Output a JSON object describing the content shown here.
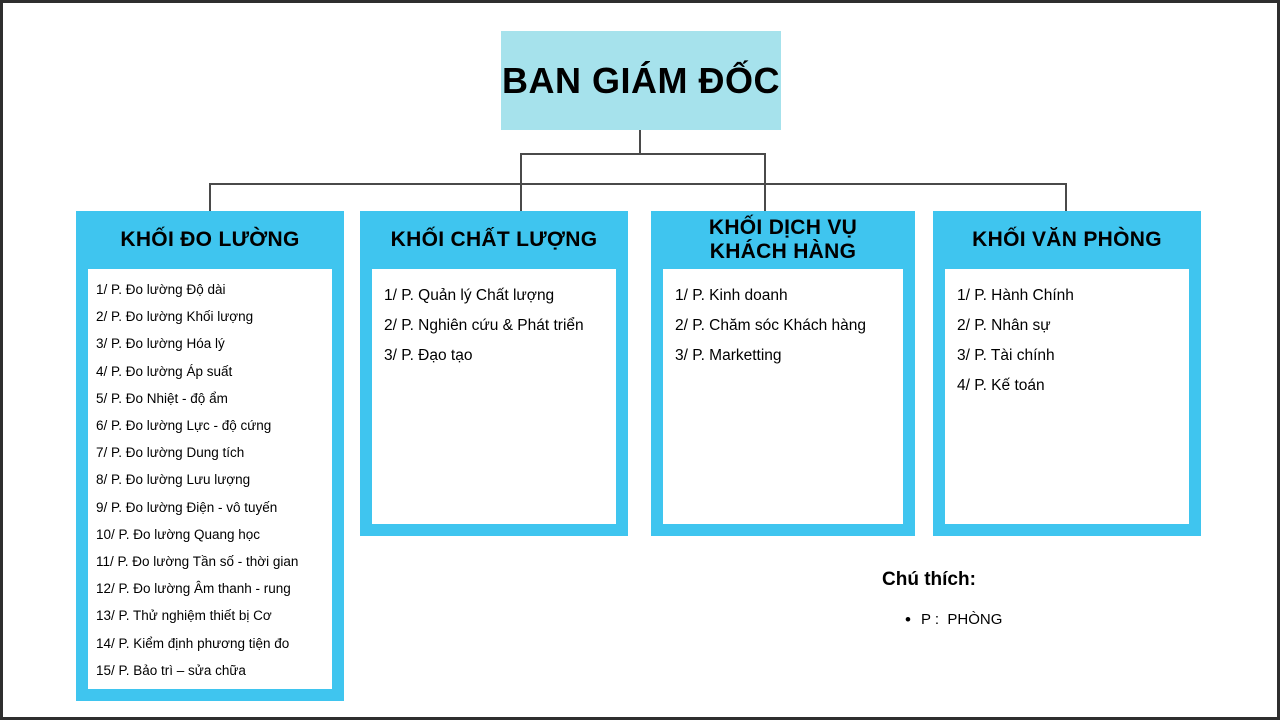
{
  "root": {
    "title": "BAN GIÁM ĐỐC"
  },
  "divisions": [
    {
      "title": "KHỐI ĐO LƯỜNG",
      "items": [
        "1/ P. Đo lường Độ dài",
        "2/ P. Đo lường Khối lượng",
        "3/ P. Đo lường Hóa lý",
        "4/ P. Đo lường Áp suất",
        "5/ P. Đo Nhiệt - độ ẩm",
        "6/ P. Đo lường Lực - độ cứng",
        "7/ P. Đo lường Dung tích",
        "8/ P. Đo lường Lưu lượng",
        "9/ P. Đo lường Điện - vô tuyến",
        "10/ P. Đo lường Quang học",
        "11/ P. Đo lường Tần số - thời gian",
        "12/ P. Đo lường Âm thanh - rung",
        "13/ P. Thử nghiệm thiết bị Cơ",
        "14/ P. Kiểm định phương tiện đo",
        "15/ P. Bảo trì – sửa chữa"
      ]
    },
    {
      "title": "KHỐI CHẤT LƯỢNG",
      "items": [
        "1/ P. Quản lý Chất lượng",
        "2/ P. Nghiên cứu & Phát triển",
        "3/ P. Đạo tạo"
      ]
    },
    {
      "title": "KHỐI DỊCH VỤ\nKHÁCH HÀNG",
      "items": [
        "1/ P. Kinh doanh",
        "2/ P. Chăm sóc Khách hàng",
        "3/ P. Marketting"
      ]
    },
    {
      "title": "KHỐI VĂN PHÒNG",
      "items": [
        "1/ P. Hành Chính",
        "2/ P. Nhân sự",
        "3/ P. Tài chính",
        "4/ P. Kế toán"
      ]
    }
  ],
  "legend": {
    "title": "Chú thích:",
    "items": [
      "P :  PHÒNG"
    ]
  },
  "colors": {
    "root_box": "#a6e2ec",
    "division_box": "#3fc5ef",
    "panel": "#ffffff",
    "line": "#4a4a4a",
    "border": "#2f2f2f"
  }
}
